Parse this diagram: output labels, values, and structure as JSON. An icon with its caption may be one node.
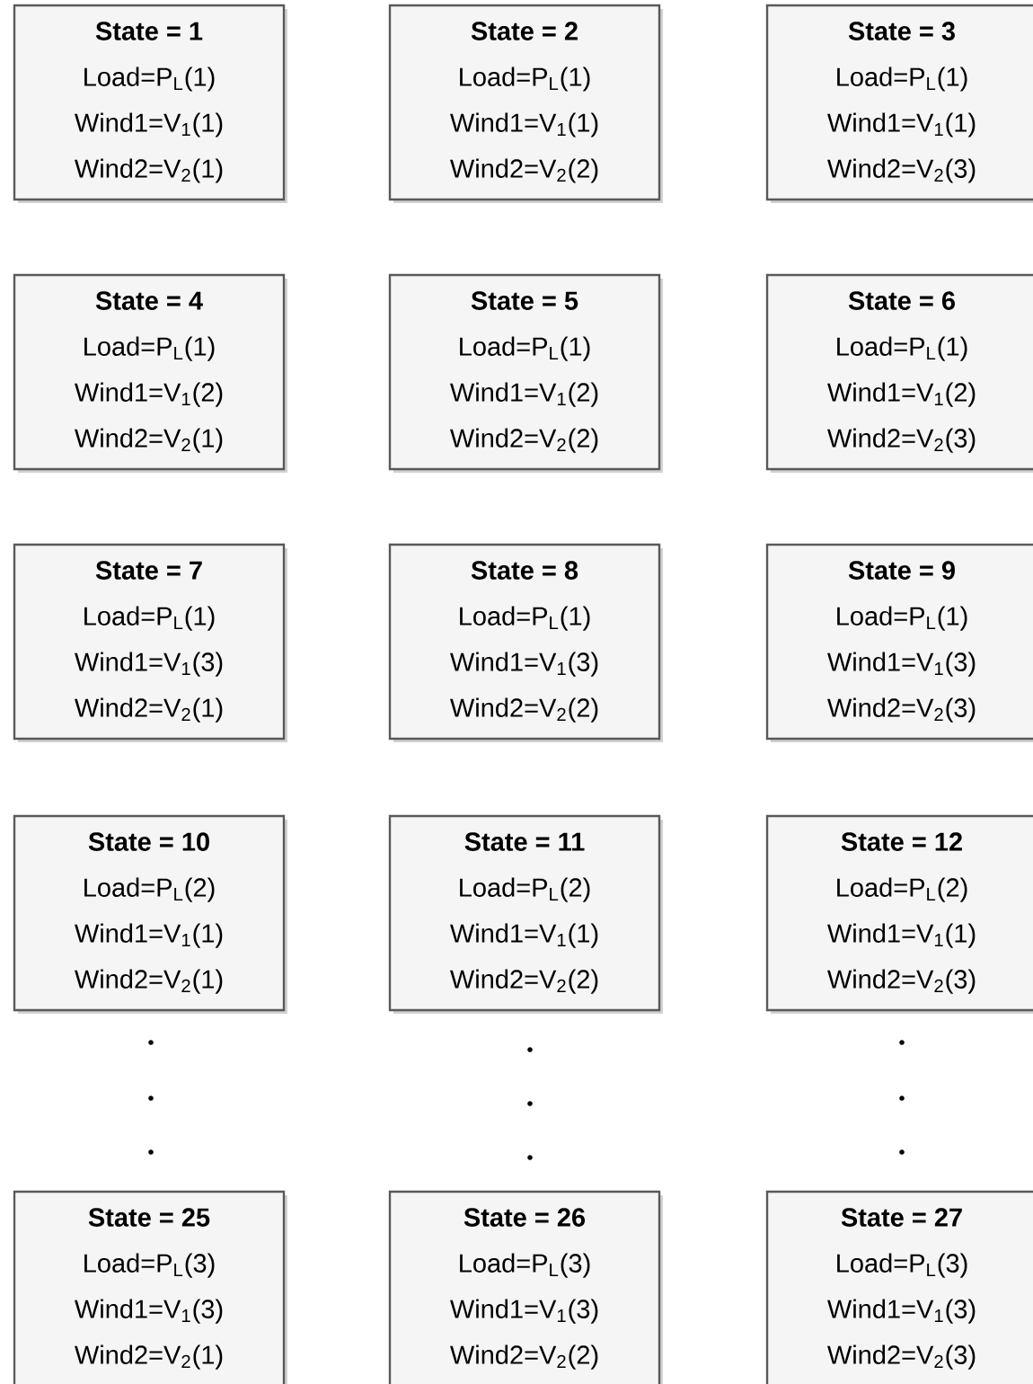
{
  "diagram": {
    "nodes": [
      {
        "text": [
          "State = 1",
          "Load=P$_{L}$(1)",
          "Wind1=V$_{1}$(1)",
          "Wind2=V$_{2}$(1)"
        ]
      },
      {
        "text": [
          "State = 2",
          "Load=P$_{L}$(1)",
          "Wind1=V$_{1}$(1)",
          "Wind2=V$_{2}$(2)"
        ]
      },
      {
        "text": [
          "State = 3",
          "Load=P$_{L}$(1)",
          "Wind1=V$_{1}$(1)",
          "Wind2=V$_{2}$(3)"
        ]
      },
      {
        "text": [
          "State = 4",
          "Load=P$_{L}$(1)",
          "Wind1=V$_{1}$(2)",
          "Wind2=V$_{2}$(1)"
        ]
      },
      {
        "text": [
          "State = 5",
          "Load=P$_{L}$(1)",
          "Wind1=V$_{1}$(2)",
          "Wind2=V$_{2}$(2)"
        ]
      },
      {
        "text": [
          "State = 6",
          "Load=P$_{L}$(1)",
          "Wind1=V$_{1}$(2)",
          "Wind2=V$_{2}$(3)"
        ]
      },
      {
        "text": [
          "State = 7",
          "Load=P$_{L}$(1)",
          "Wind1=V$_{1}$(3)",
          "Wind2=V$_{2}$(1)"
        ]
      },
      {
        "text": [
          "State = 8",
          "Load=P$_{L}$(1)",
          "Wind1=V$_{1}$(3)",
          "Wind2=V$_{2}$(2)"
        ]
      },
      {
        "text": [
          "State = 9",
          "Load=P$_{L}$(1)",
          "Wind1=V$_{1}$(3)",
          "Wind2=V$_{2}$(3)"
        ]
      },
      {
        "text": [
          "State = 10",
          "Load=P$_{L}$(2)",
          "Wind1=V$_{1}$(1)",
          "Wind2=V$_{2}$(1)"
        ]
      },
      {
        "text": [
          "State = 11",
          "Load=P$_{L}$(2)",
          "Wind1=V$_{1}$(1)",
          "Wind2=V$_{2}$(2)"
        ]
      },
      {
        "text": [
          "State = 12",
          "Load=P$_{L}$(2)",
          "Wind1=V$_{1}$(1)",
          "Wind2=V$_{2}$(3)"
        ]
      },
      {
        "text": [
          "State = 25",
          "Load=P$_{L}$(3)",
          "Wind1=V$_{1}$(3)",
          "Wind2=V$_{2}$(1)"
        ]
      },
      {
        "text": [
          "State = 26",
          "Load=P$_{L}$(3)",
          "Wind1=V$_{1}$(3)",
          "Wind2=V$_{2}$(2)"
        ]
      },
      {
        "text": [
          "State = 27",
          "Load=P$_{L}$(3)",
          "Wind1=V$_{1}$(3)",
          "Wind2=V$_{2}$(3)"
        ]
      }
    ]
  }
}
